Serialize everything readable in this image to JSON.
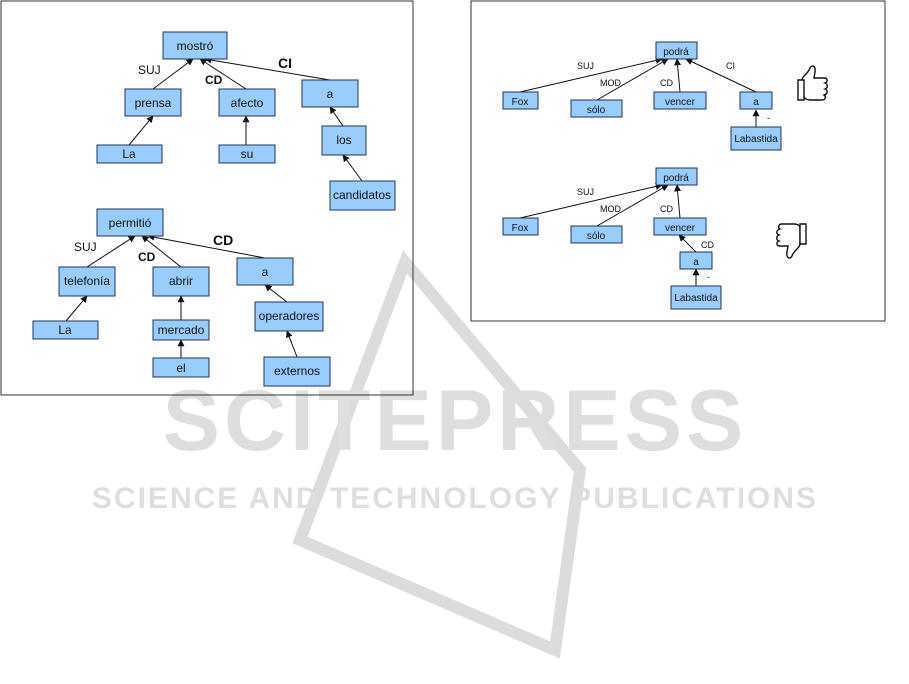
{
  "left_panel": {
    "tree1": {
      "nodes": [
        "mostró",
        "prensa",
        "afecto",
        "a",
        "La",
        "su",
        "los",
        "candidatos"
      ],
      "relations": [
        "SUJ",
        "CD",
        "CI"
      ]
    },
    "tree2": {
      "nodes": [
        "permitió",
        "telefonía",
        "abrir",
        "a",
        "La",
        "mercado",
        "el",
        "operadores",
        "externos"
      ],
      "relations": [
        "SUJ",
        "CD",
        "CD"
      ]
    }
  },
  "right_panel": {
    "tree_good": {
      "nodes": [
        "podrá",
        "Fox",
        "sólo",
        "vencer",
        "a",
        "Labastida"
      ],
      "relations": [
        "SUJ",
        "MOD",
        "CD",
        "CI",
        "-"
      ],
      "verdict_icon": "thumbs-up-icon"
    },
    "tree_bad": {
      "nodes": [
        "podrá",
        "Fox",
        "sólo",
        "vencer",
        "a",
        "Labastida"
      ],
      "relations": [
        "SUJ",
        "MOD",
        "CD",
        "CD",
        "-"
      ],
      "verdict_icon": "thumbs-down-icon"
    }
  },
  "watermark": {
    "title": "SCITEPRESS",
    "subtitle": "SCIENCE AND TECHNOLOGY PUBLICATIONS"
  }
}
